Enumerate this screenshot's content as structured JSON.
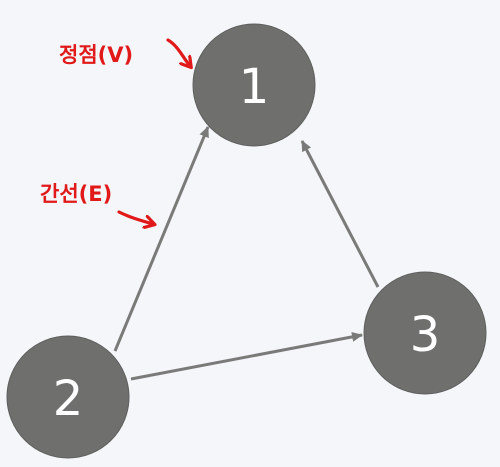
{
  "nodes": [
    {
      "id": "1",
      "label": "1"
    },
    {
      "id": "2",
      "label": "2"
    },
    {
      "id": "3",
      "label": "3"
    }
  ],
  "edges": [
    {
      "from": "2",
      "to": "1"
    },
    {
      "from": "3",
      "to": "1"
    },
    {
      "from": "2",
      "to": "3"
    }
  ],
  "annotations": {
    "vertex": "정점(V)",
    "edge": "간선(E)"
  },
  "colors": {
    "background": "#f4f6fa",
    "node_fill": "#6f706e",
    "node_stroke": "#5e5f5d",
    "edge": "#7a7b79",
    "annotation": "#e11919",
    "node_text": "#ffffff"
  }
}
